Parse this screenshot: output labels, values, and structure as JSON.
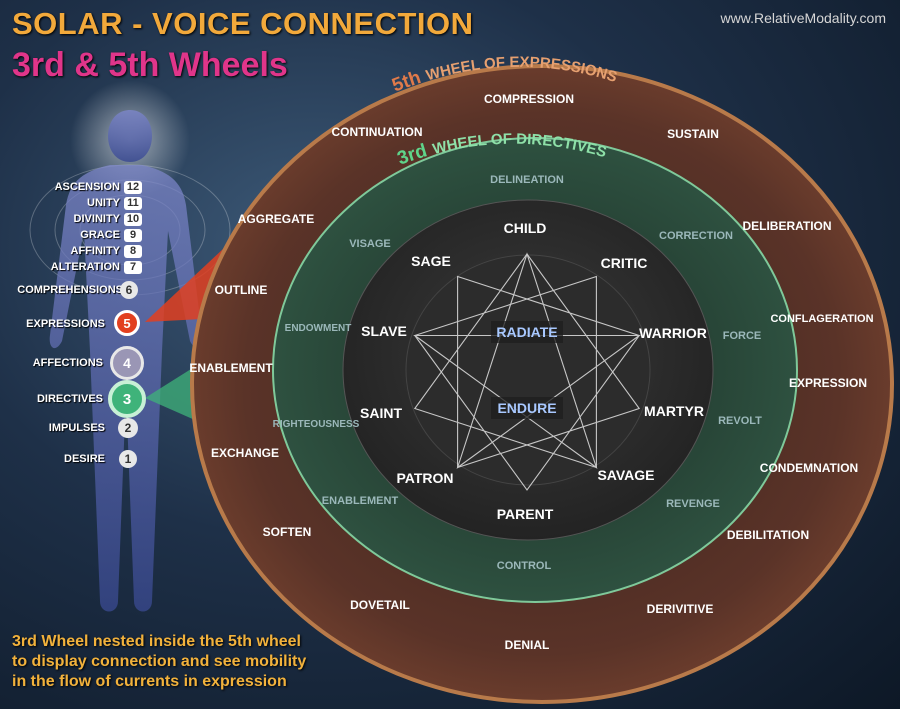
{
  "title": "SOLAR - VOICE  CONNECTION",
  "subtitle": "3rd & 5th Wheels",
  "website": "www.RelativeModality.com",
  "caption": [
    "3rd Wheel nested inside the 5th wheel",
    "to display connection and see mobility",
    "in the flow of currents in expression"
  ],
  "scale": [
    {
      "label": "ASCENSION",
      "num": "12"
    },
    {
      "label": "UNITY",
      "num": "11"
    },
    {
      "label": "DIVINITY",
      "num": "10"
    },
    {
      "label": "GRACE",
      "num": "9"
    },
    {
      "label": "AFFINITY",
      "num": "8"
    },
    {
      "label": "ALTERATION",
      "num": "7"
    },
    {
      "label": "COMPREHENSIONS",
      "num": "6"
    },
    {
      "label": "EXPRESSIONS",
      "num": "5"
    },
    {
      "label": "AFFECTIONS",
      "num": "4"
    },
    {
      "label": "DIRECTIVES",
      "num": "3"
    },
    {
      "label": "IMPULSES",
      "num": "2"
    },
    {
      "label": "DESIRE",
      "num": "1"
    }
  ],
  "outer_wheel": {
    "title_num": "5th",
    "title_text": "WHEEL OF EXPRESSIONS",
    "terms": [
      "COMPRESSION",
      "SUSTAIN",
      "DELIBERATION",
      "CONFLAGERATION",
      "EXPRESSION",
      "CONDEMNATION",
      "DEBILITATION",
      "DERIVITIVE",
      "DENIAL",
      "DOVETAIL",
      "SOFTEN",
      "EXCHANGE",
      "ENABLEMENT",
      "OUTLINE",
      "AGGREGATE",
      "CONTINUATION"
    ]
  },
  "middle_wheel": {
    "title_num": "3rd",
    "title_text": "WHEEL OF DIRECTIVES",
    "terms": [
      "DELINEATION",
      "CORRECTION",
      "FORCE",
      "REVOLT",
      "REVENGE",
      "CONTROL",
      "ENABLEMENT",
      "RIGHTEOUSNESS",
      "ENDOWMENT",
      "VISAGE"
    ]
  },
  "inner_wheel": {
    "terms": [
      "CHILD",
      "CRITIC",
      "WARRIOR",
      "MARTYR",
      "SAVAGE",
      "PARENT",
      "PATRON",
      "SAINT",
      "SLAVE",
      "SAGE"
    ]
  },
  "center": {
    "top": "RADIATE",
    "bottom": "ENDURE"
  },
  "colors": {
    "title": "#f2a93b",
    "subtitle": "#e0358a",
    "outer_ring": "#5a3328",
    "outer_rim": "#b87a4a",
    "middle_ring": "#2a4a3a",
    "middle_rim": "#7fc99a",
    "expressions": "#e24020",
    "directives": "#3fb37a",
    "affections": "#9a96b5"
  }
}
